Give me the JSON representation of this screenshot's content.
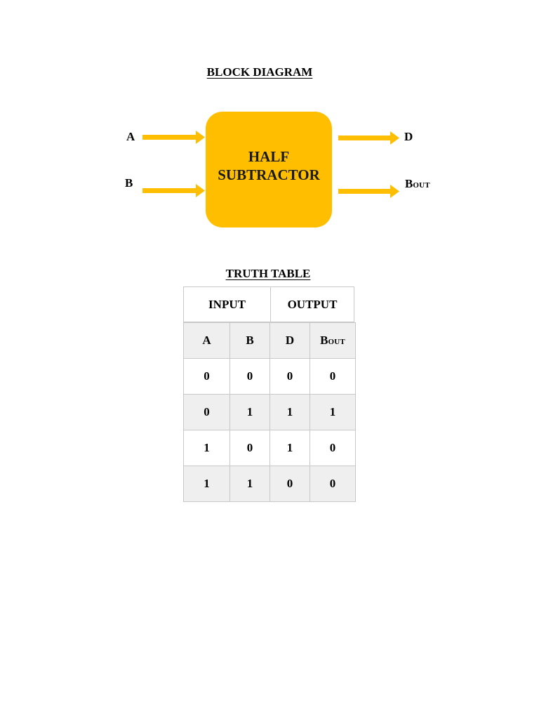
{
  "block_diagram": {
    "title": "BLOCK DIAGRAM",
    "block_line1": "HALF",
    "block_line2": "SUBTRACTOR",
    "inputs": [
      "A",
      "B"
    ],
    "outputs": {
      "d": "D",
      "bout_main": "B",
      "bout_sub": "OUT"
    },
    "colors": {
      "block": "#FFBF00",
      "arrow": "#FFBF00"
    }
  },
  "truth_table": {
    "title": "TRUTH TABLE",
    "group_headers": [
      "INPUT",
      "OUTPUT"
    ],
    "columns": [
      {
        "main": "A",
        "sub": ""
      },
      {
        "main": "B",
        "sub": ""
      },
      {
        "main": "D",
        "sub": ""
      },
      {
        "main": "B",
        "sub": "OUT"
      }
    ],
    "rows": [
      [
        "0",
        "0",
        "0",
        "0"
      ],
      [
        "0",
        "1",
        "1",
        "1"
      ],
      [
        "1",
        "0",
        "1",
        "0"
      ],
      [
        "1",
        "1",
        "0",
        "0"
      ]
    ]
  }
}
